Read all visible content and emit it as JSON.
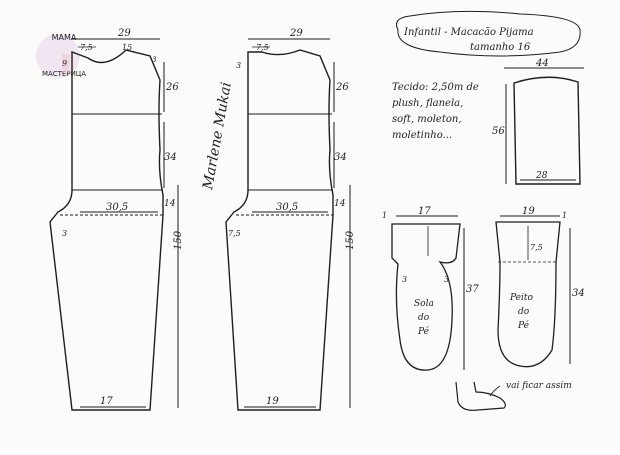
{
  "watermark": {
    "line1": "МАМА",
    "line2": "МАСТЕРИЦА"
  },
  "title": {
    "line1": "Infantil - Macacão Pijama",
    "line2": "tamanho 16"
  },
  "fabric_note": {
    "line1": "Tecido: 2,50m de",
    "line2": "plush, flanela,",
    "line3": "soft, moleton,",
    "line4": "moletinho..."
  },
  "signature": "Marlene Mukai",
  "front": {
    "top_width": "29",
    "neck_width": "7,5",
    "neck_depth": "9",
    "shoulder": "15",
    "shoulder_drop": "3",
    "bodice_len": "26",
    "torso_len": "34",
    "crotch_len": "14",
    "hip_width": "30,5",
    "side_mark": "3",
    "total_len": "150",
    "hem_width": "17"
  },
  "back": {
    "top_width": "29",
    "neck_width": "7,5",
    "shoulder_drop": "3",
    "bodice_len": "26",
    "torso_len": "34",
    "crotch_len": "14",
    "hip_width": "30,5",
    "side_mark": "7,5",
    "total_len": "150",
    "hem_width": "19"
  },
  "sleeve": {
    "top_width": "44",
    "length": "56",
    "cuff_width": "28"
  },
  "sole": {
    "top_width": "17",
    "corner_mark": "1",
    "left_mark": "3",
    "right_mark": "3",
    "height": "37",
    "label_line1": "Sola",
    "label_line2": "do",
    "label_line3": "Pé"
  },
  "top_foot": {
    "top_width": "19",
    "corner_mark": "1",
    "depth": "7,5",
    "height": "34",
    "label_line1": "Peito",
    "label_line2": "do",
    "label_line3": "Pé"
  },
  "foot_note": "vai ficar assim"
}
